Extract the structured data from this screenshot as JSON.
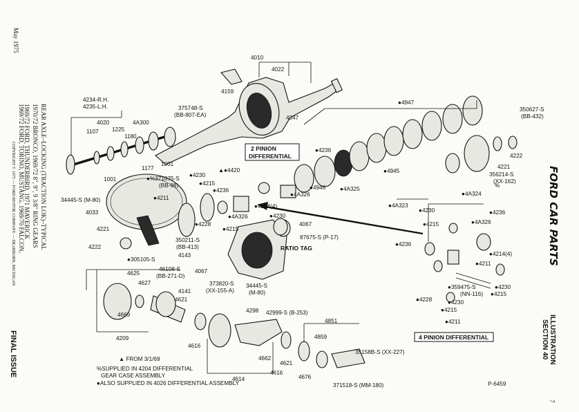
{
  "side_left": {
    "date": "May 1975",
    "title": "REAR AXLE–LOCKING (TRACTION LOK)–TYPICAL",
    "line2": "1970/72 BRONCO, 1969/72 8\", 9\", 9 3/8\" RING GEARS",
    "line3": "1969/72 FORD, THUNDERBIRD, 1971 MAVERICK",
    "line4": "1969/72 FORD, TORINO, MUSTANG, 1969/70 FALCON,",
    "copyright": "COPYRIGHT © 1975 — FORD MOTOR COMPANY — DEARBORN, MICHIGAN",
    "final": "FINAL ISSUE"
  },
  "side_right": {
    "brand": "FORD CAR PARTS",
    "illustration": "ILLUSTRATION",
    "section": "SECTION 40",
    "page_mark": "7"
  },
  "boxes": {
    "two_pinion": [
      "2 PINION",
      "DIFFERENTIAL"
    ],
    "four_pinion": "4 PINION DIFFERENTIAL",
    "ratio_tag": "RATIO TAG"
  },
  "notes": {
    "n1": "▲ FROM 3/1/69",
    "n2": "%SUPPLIED IN 4204 DIFFERENTIAL",
    "n3": "GEAR CASE ASSEMBLY",
    "n4": "●ALSO SUPPLIED IN 4026 DIFFERENTIAL ASSEMBLY",
    "figure": "P-6459"
  },
  "labels": {
    "p4010": "4010",
    "p4022": "4022",
    "p4159": "4159",
    "p375748a": "375748-S",
    "p375748b": "(BB-807-EA)",
    "p4347": "4347",
    "p4234": "4234-R.H.",
    "p4235": "4235-L.H.",
    "p1107": "1107",
    "p4020": "4020",
    "p1225": "1225",
    "p4A300": "4A300",
    "p1180": "1180",
    "p1177": "1177",
    "p1001a": "1001",
    "p1001b": "1001",
    "p4947": "●4947",
    "p350627a": "350627-S",
    "p350627b": "(BB-432)",
    "p4222": "4222",
    "p4221": "4221",
    "p356214a": "356214-S",
    "p356214b": "(XX-162)",
    "p4236a": "●4236",
    "p4A326a": "●4A326",
    "p4946": "●4946",
    "p4A325": "●4A325",
    "p4945": "●4945",
    "p4A324": "●4A324",
    "pPct": "%",
    "p4A323": "●4A323",
    "p4420": "▲●4420",
    "p371075a": "●%371075-S",
    "p371075b": "(BB-98)",
    "p4230a": "●4230",
    "p4236b": "●4236",
    "p4215a": "●4215",
    "p4211a": "●4211",
    "p34445a": "34445-S (M-80)",
    "p4033": "4033",
    "p4221b": "4221",
    "p4222b": "4222",
    "p4228": "●4228",
    "p4215b": "●4215",
    "p4A326b": "●4A326",
    "p4214a": "●4214(4)",
    "p4230b": "●4230",
    "p4067a": "4067",
    "p87675": "87675-S (P-17)",
    "p350211a": "350211-S",
    "p350211b": "(BB-413)",
    "p4143": "4143",
    "p305105": "●305105-S",
    "p46108a": "46108-S",
    "p46108b": "(BB-271-D)",
    "p4067b": "4067",
    "p4141": "4141",
    "p373820a": "373820-S",
    "p373820b": "(XX-155-A)",
    "p34445b": "34445-S",
    "p34445c": "(M-80)",
    "p4625": "4625",
    "p4627": "4627",
    "p4621a": "4621",
    "p4669": "4669",
    "p4209": "4209",
    "p4298": "4298",
    "p42999": "42999-S (B-253)",
    "p4851": "4851",
    "p4859": "4859",
    "p35158": "35158B-S (XX-227)",
    "p4616a": "4616",
    "p4662": "4662",
    "p4621b": "4621",
    "p4616b": "4616",
    "p4676": "4676",
    "p4614": "4614",
    "p371518": "371518-S (MM-180)",
    "r4230": "●4230",
    "r4215": "●4215",
    "r4236": "●4236",
    "r4A326": "●4A326",
    "r4214": "●4214(4)",
    "r4211": "●4211",
    "r4236b": "●4236",
    "r4228": "●4228",
    "r359475a": "●359475-S",
    "r359475b": "(NN-116)",
    "r4230b": "●4230",
    "r4215b": "●4215",
    "r4230c": "●4230",
    "r4215c": "●4215",
    "r4211b": "●4211"
  }
}
